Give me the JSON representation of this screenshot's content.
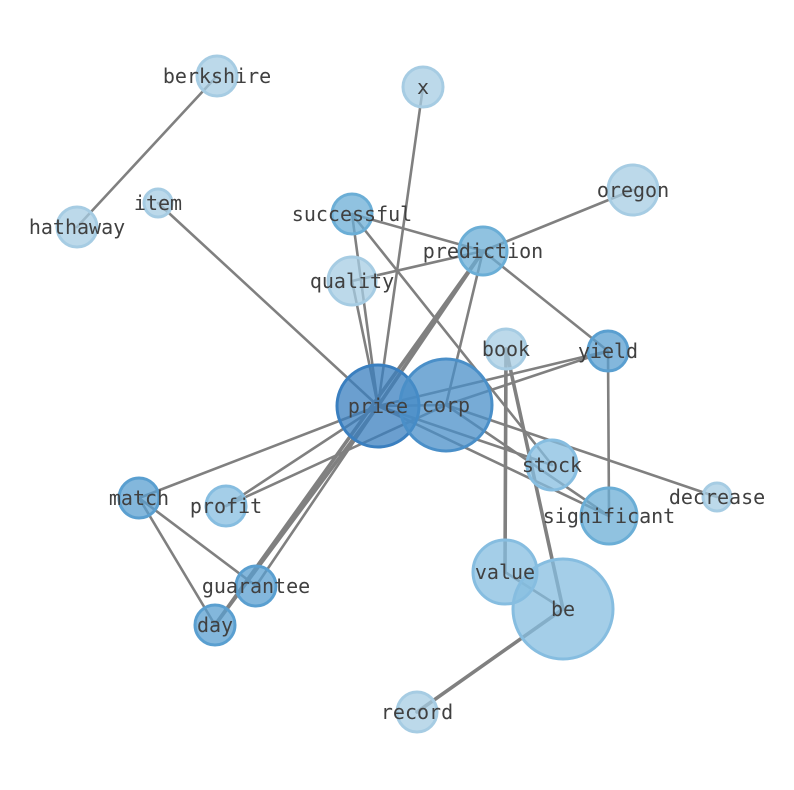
{
  "nodes": [
    {
      "id": "berkshire",
      "label": "berkshire",
      "color": "#a6cce3"
    },
    {
      "id": "x",
      "label": "x",
      "color": "#a6cce3"
    },
    {
      "id": "hathaway",
      "label": "hathaway",
      "color": "#a6cce3"
    },
    {
      "id": "item",
      "label": "item",
      "color": "#a6cce3"
    },
    {
      "id": "successful",
      "label": "successful",
      "color": "#6baed6"
    },
    {
      "id": "oregon",
      "label": "oregon",
      "color": "#a6cce3"
    },
    {
      "id": "prediction",
      "label": "prediction",
      "color": "#6baed6"
    },
    {
      "id": "quality",
      "label": "quality",
      "color": "#a6cce3"
    },
    {
      "id": "book",
      "label": "book",
      "color": "#a6cce3"
    },
    {
      "id": "yield",
      "label": "yield",
      "color": "#5a9fd0"
    },
    {
      "id": "price",
      "label": "price",
      "color": "#3a7fbf"
    },
    {
      "id": "corp",
      "label": "corp",
      "color": "#4a8fc8"
    },
    {
      "id": "stock",
      "label": "stock",
      "color": "#86bde0"
    },
    {
      "id": "decrease",
      "label": "decrease",
      "color": "#a6cce3"
    },
    {
      "id": "match",
      "label": "match",
      "color": "#5a9fd0"
    },
    {
      "id": "profit",
      "label": "profit",
      "color": "#86bde0"
    },
    {
      "id": "significant",
      "label": "significant",
      "color": "#6baed6"
    },
    {
      "id": "value",
      "label": "value",
      "color": "#86bde0"
    },
    {
      "id": "be",
      "label": "be",
      "color": "#86bde0"
    },
    {
      "id": "guarantee",
      "label": "guarantee",
      "color": "#5a9fd0"
    },
    {
      "id": "day",
      "label": "day",
      "color": "#5a9fd0"
    },
    {
      "id": "record",
      "label": "record",
      "color": "#a6cce3"
    }
  ],
  "edges": [
    [
      "berkshire",
      "hathaway"
    ],
    [
      "x",
      "price"
    ],
    [
      "item",
      "price"
    ],
    [
      "successful",
      "price"
    ],
    [
      "successful",
      "prediction"
    ],
    [
      "successful",
      "stock"
    ],
    [
      "oregon",
      "prediction"
    ],
    [
      "prediction",
      "quality"
    ],
    [
      "prediction",
      "yield"
    ],
    [
      "prediction",
      "corp"
    ],
    [
      "prediction",
      "price"
    ],
    [
      "prediction",
      "day"
    ],
    [
      "quality",
      "price"
    ],
    [
      "book",
      "value"
    ],
    [
      "book",
      "be"
    ],
    [
      "yield",
      "significant"
    ],
    [
      "yield",
      "price"
    ],
    [
      "yield",
      "corp"
    ],
    [
      "price",
      "corp"
    ],
    [
      "price",
      "stock"
    ],
    [
      "price",
      "significant"
    ],
    [
      "price",
      "match"
    ],
    [
      "price",
      "profit"
    ],
    [
      "price",
      "guarantee"
    ],
    [
      "price",
      "day"
    ],
    [
      "corp",
      "profit"
    ],
    [
      "corp",
      "decrease"
    ],
    [
      "corp",
      "significant"
    ],
    [
      "match",
      "guarantee"
    ],
    [
      "match",
      "day"
    ],
    [
      "value",
      "be"
    ],
    [
      "be",
      "record"
    ]
  ]
}
